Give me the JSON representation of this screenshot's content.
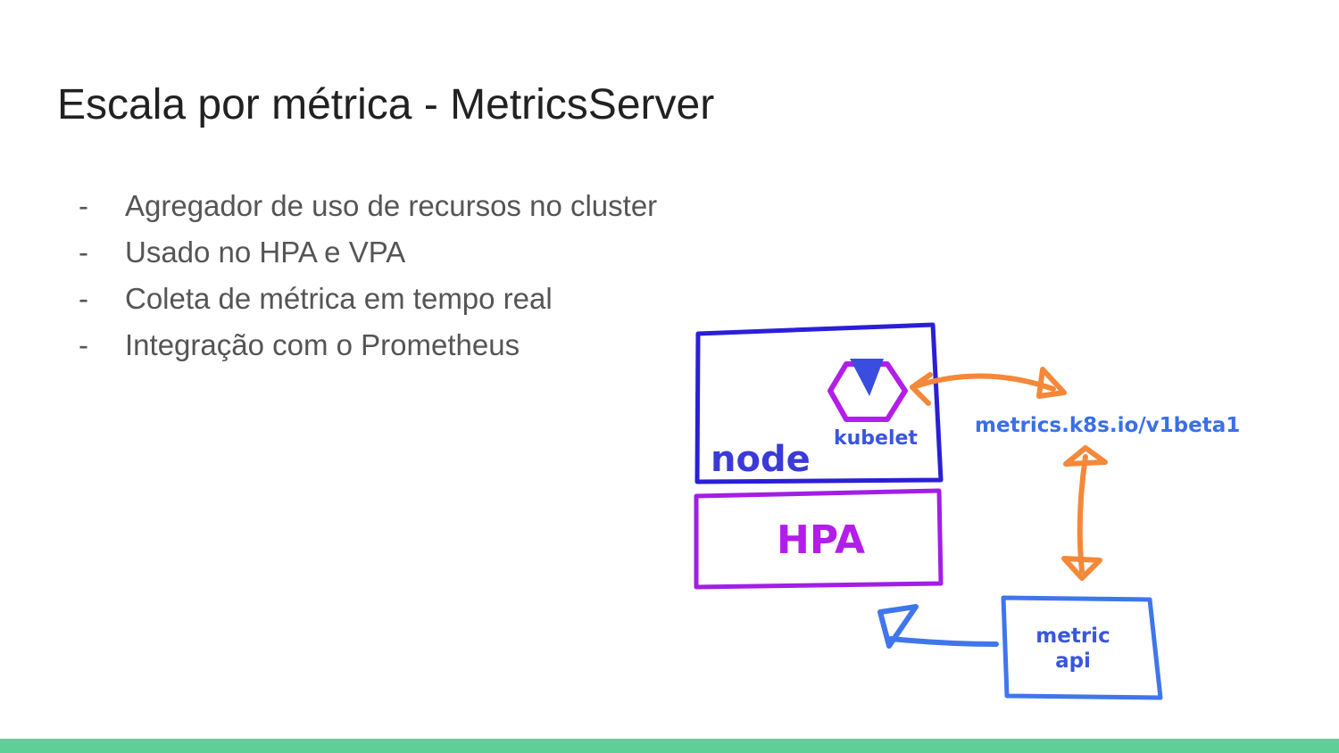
{
  "slide": {
    "title": "Escala por métrica - MetricsServer",
    "bullets": [
      "Agregador de uso de recursos no cluster",
      "Usado no HPA e VPA",
      "Coleta de métrica em tempo real",
      "Integração com o Prometheus"
    ],
    "bullet_marker": "-"
  },
  "diagram": {
    "node_label": "node",
    "kubelet_label": "kubelet",
    "hpa_label": "HPA",
    "metrics_endpoint_label": "metrics.k8s.io/v1beta1",
    "metric_api_label_line1": "metric",
    "metric_api_label_line2": "api",
    "colors": {
      "node": "#2b1fd6",
      "kubelet": "#b21ee8",
      "kubelet_fill": "#3a4de0",
      "hpa": "#a21ee6",
      "arrow": "#f4883a",
      "endpoint": "#3a6fe8",
      "metric_api": "#3f76ec"
    }
  },
  "footer": {
    "accent": "#5fcf98"
  }
}
